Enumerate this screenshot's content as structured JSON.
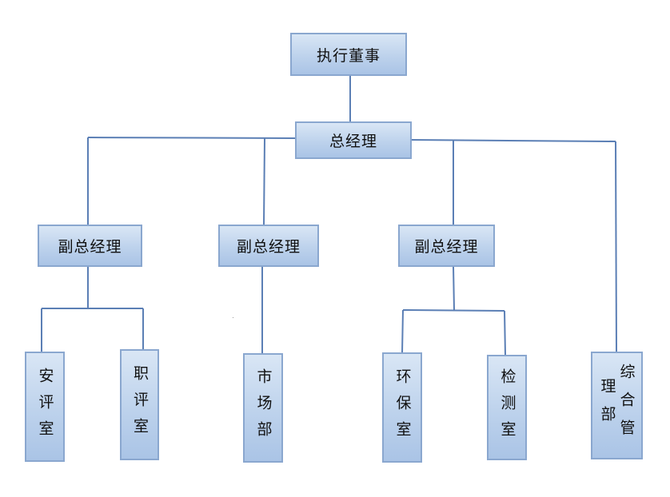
{
  "nodes": {
    "exec": "执行董事",
    "gm": "总经理",
    "vp1": "副总经理",
    "vp2": "副总经理",
    "vp3": "副总经理",
    "safety": "安评室",
    "occupational": "职评室",
    "market": "市场部",
    "environment": "环保室",
    "testing": "检测室",
    "general": "综合管理部"
  }
}
